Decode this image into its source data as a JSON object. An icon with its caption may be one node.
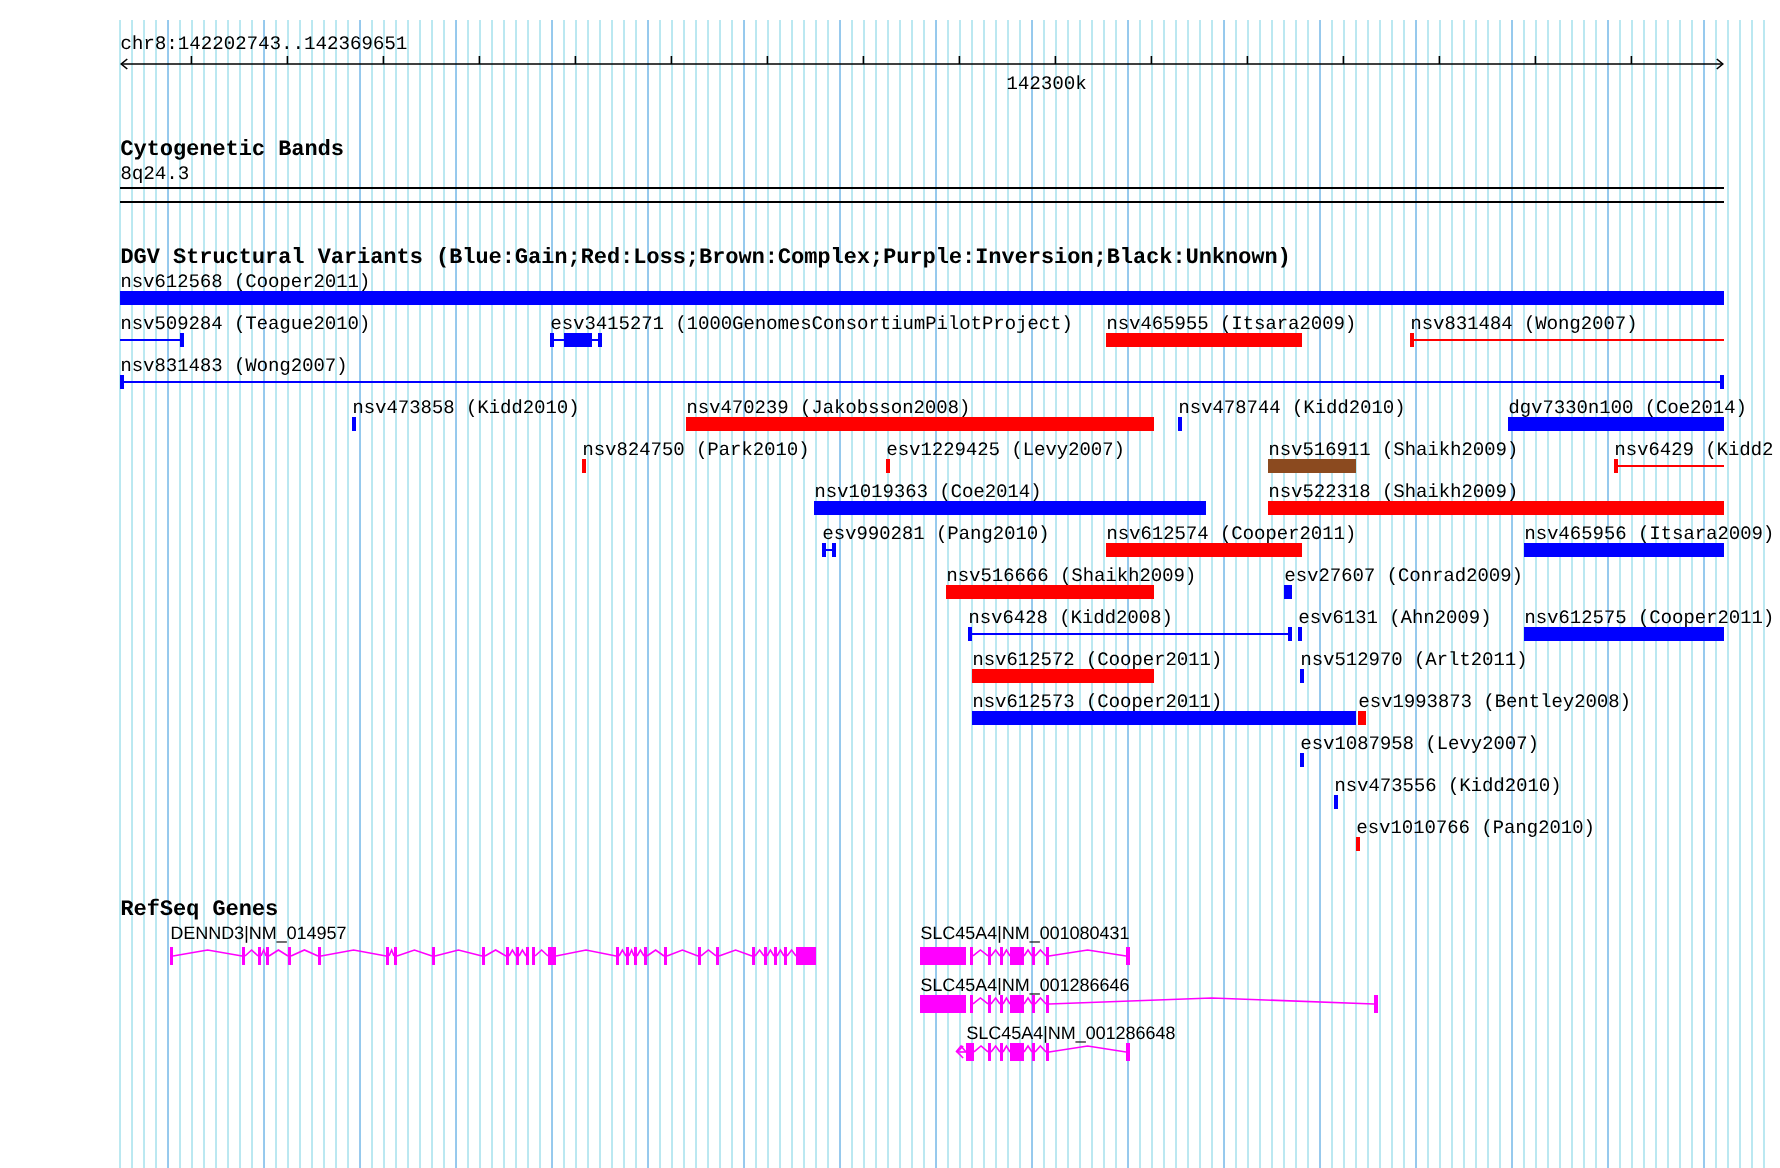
{
  "diagram": {
    "labels": [
      "chr8:142202743..142369651",
      "142300k",
      "Cytogenetic Bands",
      "8q24.3",
      "DGV Structural Variants (Blue:Gain;Red:Loss;Brown:Complex;Purple:Inversion;Black:Unknown)",
      "nsv612568 (Cooper2011)",
      "nsv509284 (Teague2010)",
      "esv3415271 (1000GenomesConsortiumPilotProject)",
      "nsv465955 (Itsara2009)",
      "nsv831484 (Wong2007)",
      "nsv831483 (Wong2007)",
      "nsv473858 (Kidd2010)",
      "nsv470239 (Jakobsson2008)",
      "nsv478744 (Kidd2010)",
      "dgv7330n100 (Coe2014)",
      "nsv824750 (Park2010)",
      "esv1229425 (Levy2007)",
      "nsv516911 (Shaikh2009)",
      "nsv6429 (Kidd2",
      "nsv1019363 (Coe2014)",
      "nsv522318 (Shaikh2009)",
      "esv990281 (Pang2010)",
      "nsv612574 (Cooper2011)",
      "nsv465956 (Itsara2009)",
      "nsv516666 (Shaikh2009)",
      "esv27607 (Conrad2009)",
      "nsv6428 (Kidd2008)",
      "esv6131 (Ahn2009)",
      "nsv612575 (Cooper2011)",
      "nsv612572 (Cooper2011)",
      "nsv512970 (Arlt2011)",
      "nsv612573 (Cooper2011)",
      "esv1993873 (Bentley2008)",
      "esv1087958 (Levy2007)",
      "nsv473556 (Kidd2010)",
      "esv1010766 (Pang2010)",
      "RefSeq Genes",
      "DENND3|NM_014957",
      "SLC45A4|NM_001080431",
      "SLC45A4|NM_001286646",
      "SLC45A4|NM_001286648"
    ]
  }
}
